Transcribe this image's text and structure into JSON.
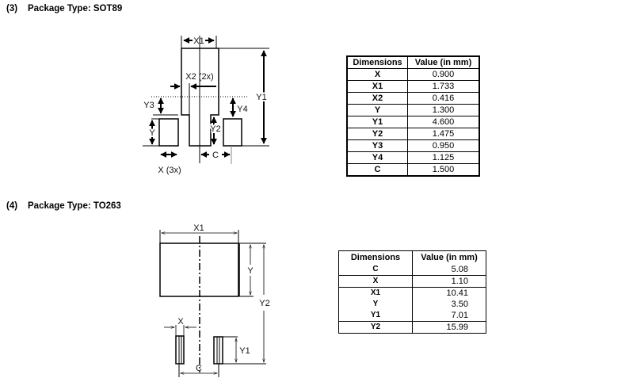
{
  "sections": [
    {
      "number": "(3)",
      "title": "Package Type: SOT89",
      "table": {
        "headers": [
          "Dimensions",
          "Value (in mm)"
        ],
        "rows": [
          [
            "X",
            "0.900"
          ],
          [
            "X1",
            "1.733"
          ],
          [
            "X2",
            "0.416"
          ],
          [
            "Y",
            "1.300"
          ],
          [
            "Y1",
            "4.600"
          ],
          [
            "Y2",
            "1.475"
          ],
          [
            "Y3",
            "0.950"
          ],
          [
            "Y4",
            "1.125"
          ],
          [
            "C",
            "1.500"
          ]
        ]
      },
      "drawing_labels": {
        "x1": "X1",
        "x2": "X2 (2x)",
        "y1": "Y1",
        "y3": "Y3",
        "y4": "Y4",
        "y": "Y",
        "y2": "Y2",
        "c": "C",
        "x": "X (3x)"
      }
    },
    {
      "number": "(4)",
      "title": "Package Type: TO263",
      "table": {
        "headers": [
          "Dimensions",
          "Value (in mm)"
        ],
        "rows": [
          [
            "C",
            "5.08"
          ],
          [
            "X",
            "1.10"
          ],
          [
            "X1",
            "10.41"
          ],
          [
            "Y",
            "3.50"
          ],
          [
            "Y1",
            "7.01"
          ],
          [
            "Y2",
            "15.99"
          ]
        ]
      },
      "drawing_labels": {
        "x1": "X1",
        "y": "Y",
        "y2": "Y2",
        "x": "X",
        "y1": "Y1",
        "c": "C"
      }
    }
  ]
}
